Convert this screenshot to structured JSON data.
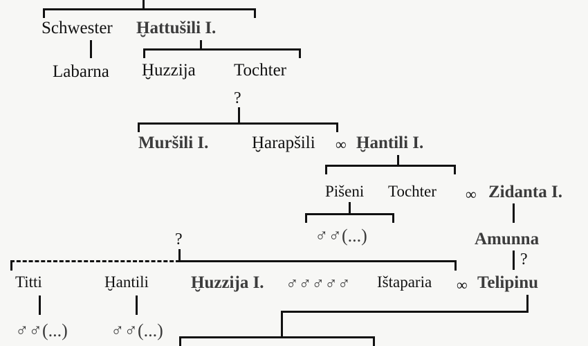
{
  "diagram": {
    "title": "Hittite Old Kingdom royal family tree (partial)",
    "background_color": "#f7f7f5",
    "ruler_color": "#3c3c3c",
    "text_color": "#111111",
    "line_color": "#111111"
  },
  "symbols": {
    "marriage": "∞",
    "male": "♂",
    "question": "?",
    "sons_etc": "♂♂(...)",
    "sons_five": "♂♂♂♂♂"
  },
  "nodes": {
    "schwester": {
      "label": "Schwester",
      "ruler": false
    },
    "hattusili_i": {
      "label": "Ḫattušili I.",
      "ruler": true
    },
    "labarna": {
      "label": "Labarna",
      "ruler": false
    },
    "huzzija": {
      "label": "Ḫuzzija",
      "ruler": false
    },
    "tochter_1": {
      "label": "Tochter",
      "ruler": false
    },
    "tochter_1_q": {
      "label": "?"
    },
    "mursili_i": {
      "label": "Muršili I.",
      "ruler": true
    },
    "harapsili": {
      "label": "Ḫarapšili",
      "ruler": false
    },
    "marr_1": {
      "label": "∞"
    },
    "hantili_i": {
      "label": "Ḫantili I.",
      "ruler": true
    },
    "piseni": {
      "label": "Pišeni",
      "ruler": false
    },
    "tochter_2": {
      "label": "Tochter",
      "ruler": false
    },
    "marr_2": {
      "label": "∞"
    },
    "zidanta_i": {
      "label": "Zidanta I.",
      "ruler": true
    },
    "piseni_sons": {
      "label": "♂♂(...)"
    },
    "amunna": {
      "label": "Amunna",
      "ruler": true
    },
    "amunna_q": {
      "label": "?"
    },
    "dashed_q": {
      "label": "?"
    },
    "titti": {
      "label": "Titti",
      "ruler": false
    },
    "titti_sons": {
      "label": "♂♂(...)"
    },
    "hantili": {
      "label": "Ḫantili",
      "ruler": false
    },
    "hantili_sons": {
      "label": "♂♂(...)"
    },
    "huzzija_i": {
      "label": "Ḫuzzija I.",
      "ruler": true
    },
    "huzzija_i_sons": {
      "label": "♂♂♂♂♂"
    },
    "istaparia": {
      "label": "Ištaparia",
      "ruler": false
    },
    "marr_3": {
      "label": "∞"
    },
    "telipinu": {
      "label": "Telipinu",
      "ruler": true
    }
  }
}
